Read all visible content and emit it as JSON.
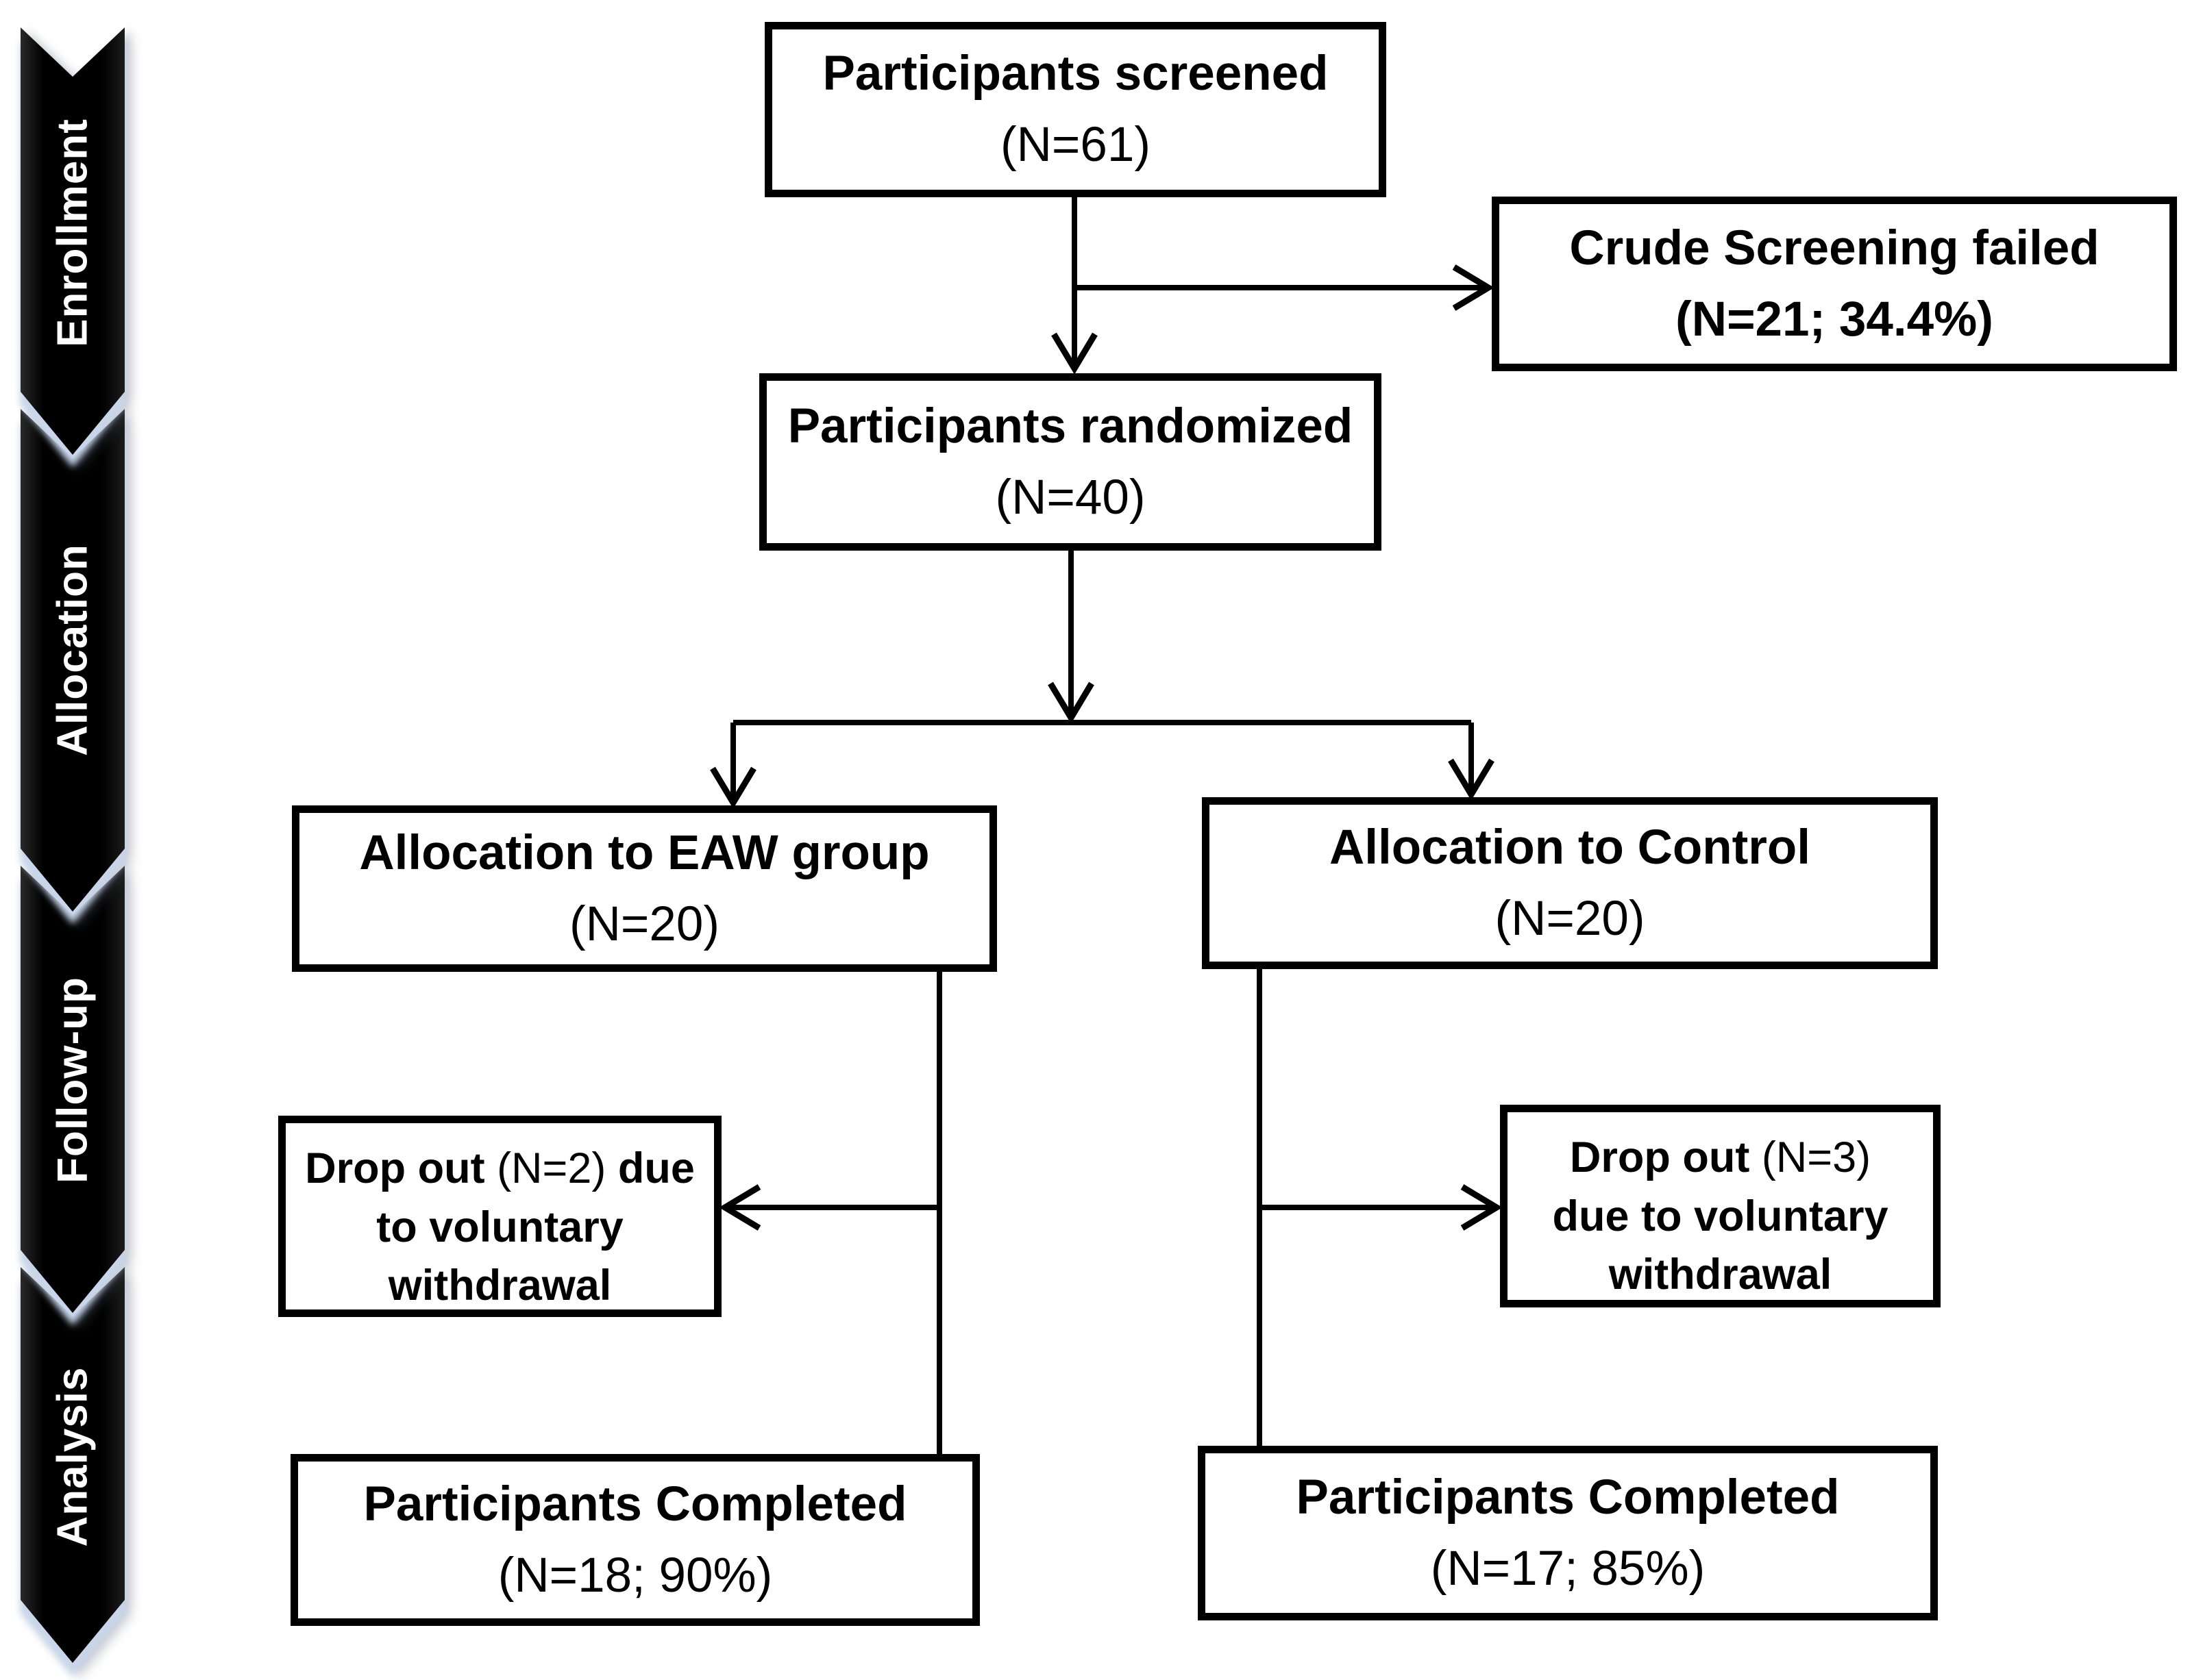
{
  "diagram_title": "Participant flow (CONSORT-style) diagram",
  "colors": {
    "line": "#000000",
    "box_border": "#000000",
    "box_fill": "#ffffff",
    "ribbon_fill": "#000000",
    "ribbon_text": "#ffffff",
    "ribbon_seam": "#c9d6ec"
  },
  "sidebar": {
    "phases": [
      {
        "label": "Enrollment"
      },
      {
        "label": "Allocation"
      },
      {
        "label": "Follow-up"
      },
      {
        "label": "Analysis"
      }
    ]
  },
  "boxes": {
    "screened": {
      "lines": [
        [
          {
            "t": "Participants screened",
            "b": true
          }
        ],
        [
          {
            "t": "(N=61)",
            "b": false
          }
        ]
      ]
    },
    "crude_failed": {
      "lines": [
        [
          {
            "t": "Crude Screening failed",
            "b": true
          }
        ],
        [
          {
            "t": "(N=21; 34.4%)",
            "b": true
          }
        ]
      ]
    },
    "randomized": {
      "lines": [
        [
          {
            "t": "Participants randomized",
            "b": true
          }
        ],
        [
          {
            "t": "(N=40)",
            "b": false
          }
        ]
      ]
    },
    "alloc_eaw": {
      "lines": [
        [
          {
            "t": "Allocation to EAW group",
            "b": true
          }
        ],
        [
          {
            "t": "(N=20)",
            "b": false
          }
        ]
      ]
    },
    "alloc_control": {
      "lines": [
        [
          {
            "t": "Allocation to Control",
            "b": true
          }
        ],
        [
          {
            "t": "(N=20)",
            "b": false
          }
        ]
      ]
    },
    "dropout_eaw": {
      "lines": [
        [
          {
            "t": "Drop out ",
            "b": true
          },
          {
            "t": "(N=2)",
            "b": false
          },
          {
            "t": " due",
            "b": true
          }
        ],
        [
          {
            "t": "to voluntary",
            "b": true
          }
        ],
        [
          {
            "t": "withdrawal",
            "b": true
          }
        ]
      ]
    },
    "dropout_control": {
      "lines": [
        [
          {
            "t": "Drop out ",
            "b": true
          },
          {
            "t": "(N=3)",
            "b": false
          }
        ],
        [
          {
            "t": "due to voluntary",
            "b": true
          }
        ],
        [
          {
            "t": "withdrawal",
            "b": true
          }
        ]
      ]
    },
    "completed_eaw": {
      "lines": [
        [
          {
            "t": "Participants Completed",
            "b": true
          }
        ],
        [
          {
            "t": "(N=18; 90%)",
            "b": false
          }
        ]
      ]
    },
    "completed_control": {
      "lines": [
        [
          {
            "t": "Participants Completed",
            "b": true
          }
        ],
        [
          {
            "t": "(N=17; 85%)",
            "b": false
          }
        ]
      ]
    }
  }
}
